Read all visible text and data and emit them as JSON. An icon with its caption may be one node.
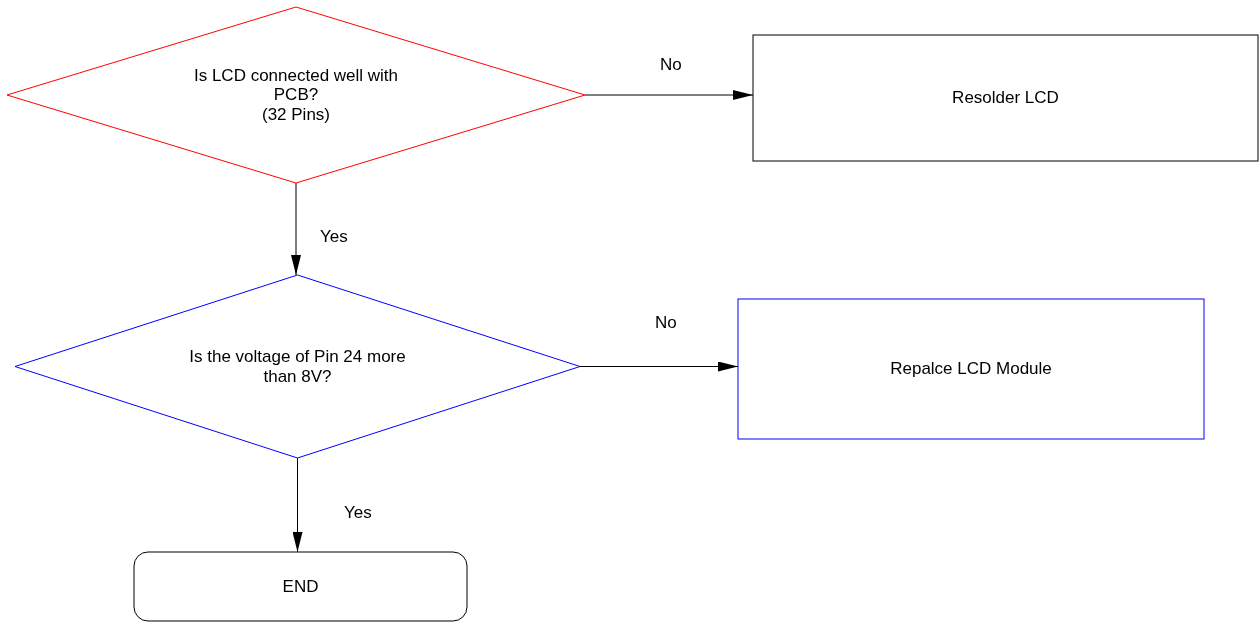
{
  "diagram": {
    "nodes": [
      {
        "text": [
          "Is LCD connected well with PCB?",
          "(32 Pins)"
        ]
      },
      {
        "text": [
          "Resolder LCD"
        ]
      },
      {
        "text": [
          "Is the voltage of Pin 24 more than 8V?"
        ]
      },
      {
        "text": [
          "Repalce LCD Module"
        ]
      },
      {
        "text": [
          "END"
        ]
      }
    ],
    "edges": [
      {
        "from": 0,
        "to": 1,
        "arrow": "to",
        "label": "No"
      },
      {
        "from": 0,
        "to": 2,
        "arrow": "to",
        "label": "Yes"
      },
      {
        "from": 2,
        "to": 3,
        "arrow": "to",
        "label": "No"
      },
      {
        "from": 2,
        "to": 4,
        "arrow": "to",
        "label": "Yes"
      }
    ]
  }
}
